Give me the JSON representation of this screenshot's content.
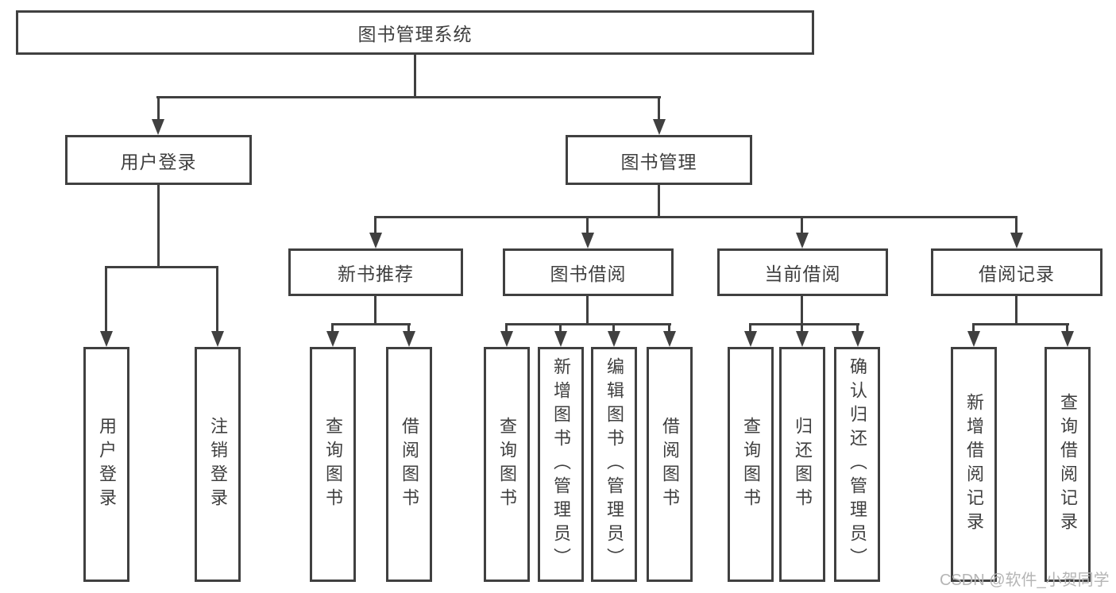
{
  "tree": {
    "label": "图书管理系统",
    "children": [
      {
        "label": "用户登录",
        "children": [
          {
            "label": "用户登录"
          },
          {
            "label": "注销登录"
          }
        ]
      },
      {
        "label": "图书管理",
        "children": [
          {
            "label": "新书推荐",
            "children": [
              {
                "label": "查询图书"
              },
              {
                "label": "借阅图书"
              }
            ]
          },
          {
            "label": "图书借阅",
            "children": [
              {
                "label": "查询图书"
              },
              {
                "label": "新增图书（管理员）"
              },
              {
                "label": "编辑图书（管理员）"
              },
              {
                "label": "借阅图书"
              }
            ]
          },
          {
            "label": "当前借阅",
            "children": [
              {
                "label": "查询图书"
              },
              {
                "label": "归还图书"
              },
              {
                "label": "确认归还（管理员）"
              }
            ]
          },
          {
            "label": "借阅记录",
            "children": [
              {
                "label": "新增借阅记录"
              },
              {
                "label": "查询借阅记录"
              }
            ]
          }
        ]
      }
    ]
  },
  "watermark": {
    "text": "CSDN @软件_小贺同学"
  },
  "colors": {
    "line": "#404040",
    "text": "#3f3f3f",
    "watermark": "#b5b5b5",
    "background": "#ffffff"
  }
}
